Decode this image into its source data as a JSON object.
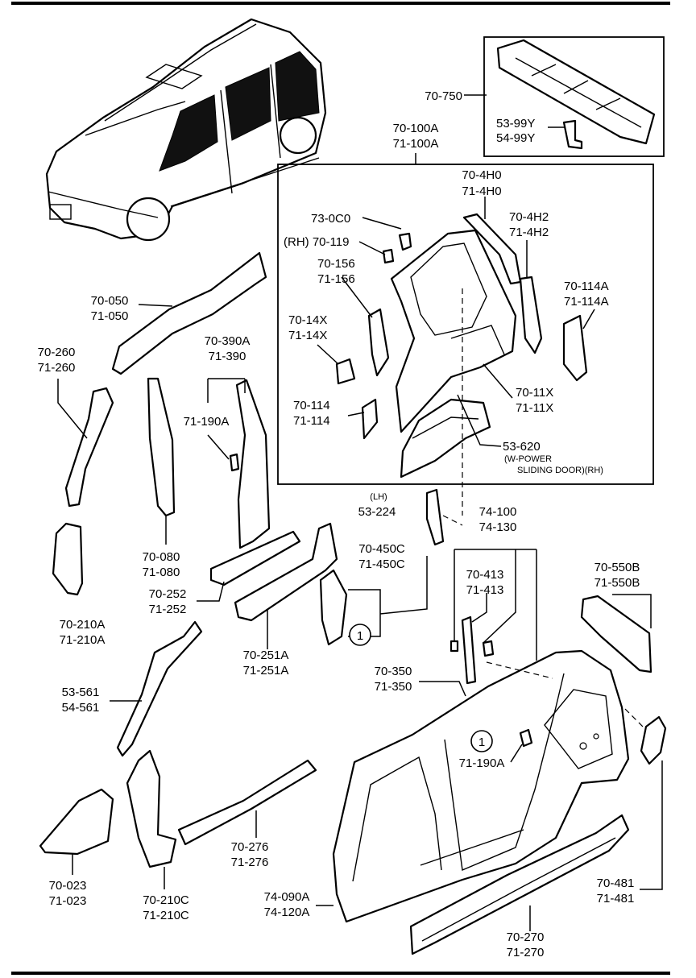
{
  "labels": {
    "l_70_750": "70-750",
    "l_53_99y": "53-99Y",
    "l_54_99y": "54-99Y",
    "l_70_100a": "70-100A",
    "l_71_100a": "71-100A",
    "l_70_4h0": "70-4H0",
    "l_71_4h0": "71-4H0",
    "l_73_0c0": "73-0C0",
    "l_70_4h2": "70-4H2",
    "l_71_4h2": "71-4H2",
    "l_70_119": "(RH) 70-119",
    "l_70_156": "70-156",
    "l_71_156": "71-156",
    "l_70_114a": "70-114A",
    "l_71_114a": "71-114A",
    "l_70_14x": "70-14X",
    "l_71_14x": "71-14X",
    "l_70_11x": "70-11X",
    "l_71_11x": "71-11X",
    "l_70_114": "70-114",
    "l_71_114": "71-114",
    "l_53_620": "53-620",
    "l_wpower": "(W-POWER",
    "l_sliding": "SLIDING DOOR)(RH)",
    "l_70_050": "70-050",
    "l_71_050": "71-050",
    "l_70_260": "70-260",
    "l_71_260": "71-260",
    "l_70_390a": "70-390A",
    "l_71_390": "71-390",
    "l_71_190a_top": "71-190A",
    "l_lh": "(LH)",
    "l_53_224": "53-224",
    "l_74_100": "74-100",
    "l_74_130": "74-130",
    "l_70_450c": "70-450C",
    "l_71_450c": "71-450C",
    "l_70_413": "70-413",
    "l_71_413": "71-413",
    "l_70_550b": "70-550B",
    "l_71_550b": "71-550B",
    "l_70_080": "70-080",
    "l_71_080": "71-080",
    "l_70_252": "70-252",
    "l_71_252": "71-252",
    "l_70_210a": "70-210A",
    "l_71_210a": "71-210A",
    "l_70_251a": "70-251A",
    "l_71_251a": "71-251A",
    "l_70_350": "70-350",
    "l_71_350": "71-350",
    "l_53_561": "53-561",
    "l_54_561": "54-561",
    "l_71_190a_bottom": "71-190A",
    "l_70_276": "70-276",
    "l_71_276": "71-276",
    "l_70_023": "70-023",
    "l_71_023": "71-023",
    "l_70_210c": "70-210C",
    "l_71_210c": "71-210C",
    "l_74_090a": "74-090A",
    "l_74_120a": "74-120A",
    "l_70_481": "70-481",
    "l_71_481": "71-481",
    "l_70_270": "70-270",
    "l_71_270": "71-270"
  },
  "callouts": {
    "ref_1_left": "1",
    "ref_1_right": "1"
  }
}
